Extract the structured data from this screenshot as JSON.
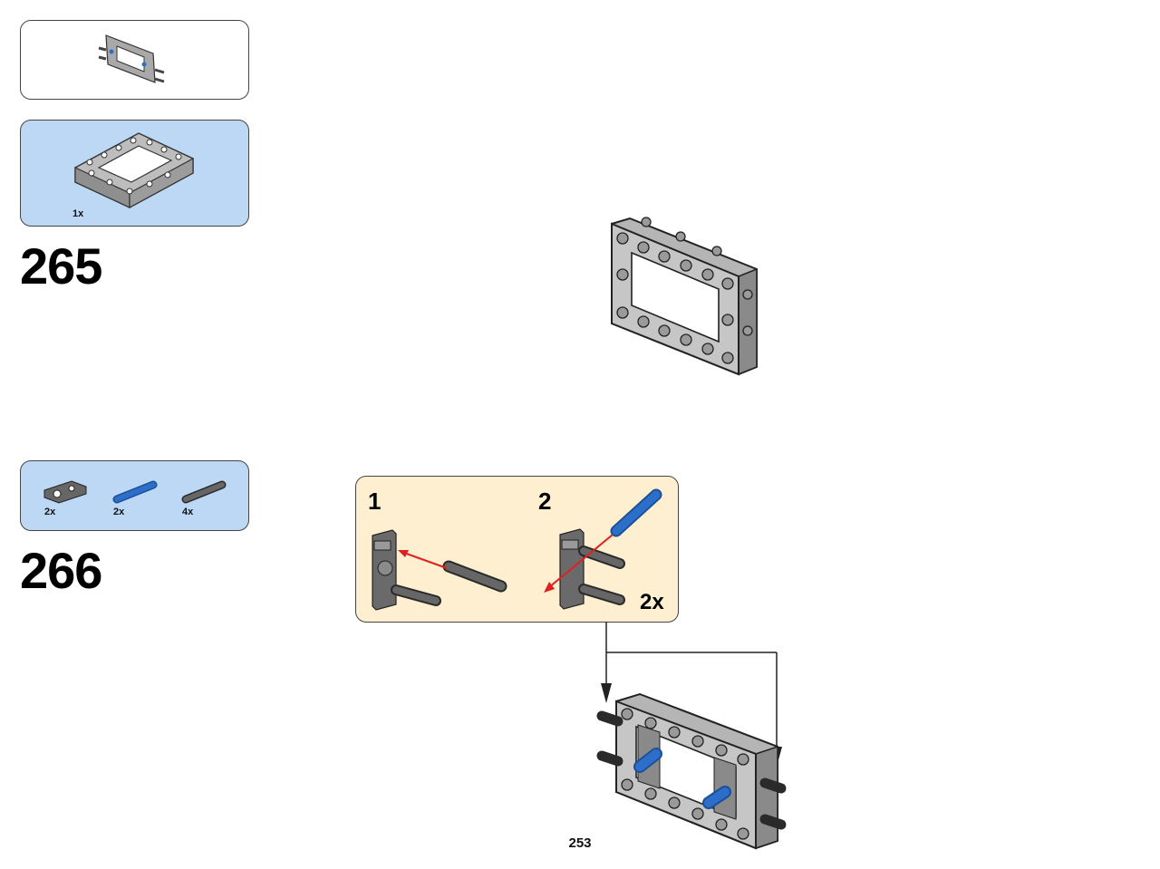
{
  "step_265": {
    "number": "265",
    "parts": [
      {
        "quantity": "1x",
        "part": "frame-icon"
      }
    ]
  },
  "step_266": {
    "number": "266",
    "parts": [
      {
        "quantity": "2x",
        "part": "connector-icon"
      },
      {
        "quantity": "2x",
        "part": "blue-pin-icon"
      },
      {
        "quantity": "4x",
        "part": "grey-pin-icon"
      }
    ],
    "substeps": [
      {
        "label": "1"
      },
      {
        "label": "2",
        "multiplier": "2x"
      }
    ]
  },
  "page_number": "253",
  "colors": {
    "parts_box": "#bcd8f4",
    "substep_box": "#fdefcf",
    "frame_grey": "#a9a9a9",
    "pin_blue": "#2c6fc9",
    "pin_dark": "#505050",
    "arrow_red": "#e02020"
  }
}
